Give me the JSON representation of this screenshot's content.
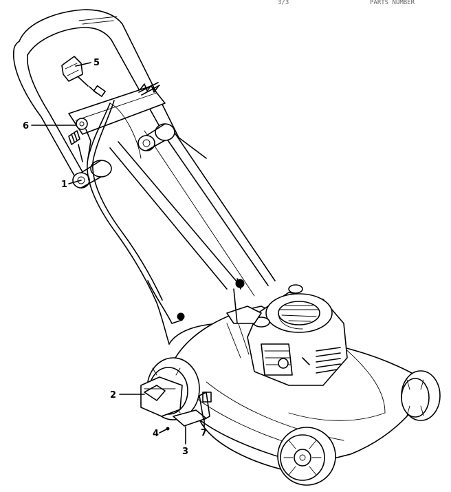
{
  "header": {
    "fragment_left": "3/3",
    "fragment_right": "PARTS NUMBER"
  },
  "callouts": [
    {
      "id": "1",
      "label": "1"
    },
    {
      "id": "2",
      "label": "2"
    },
    {
      "id": "3",
      "label": "3"
    },
    {
      "id": "4",
      "label": "4"
    },
    {
      "id": "5",
      "label": "5"
    },
    {
      "id": "6",
      "label": "6"
    },
    {
      "id": "7",
      "label": "7"
    }
  ]
}
